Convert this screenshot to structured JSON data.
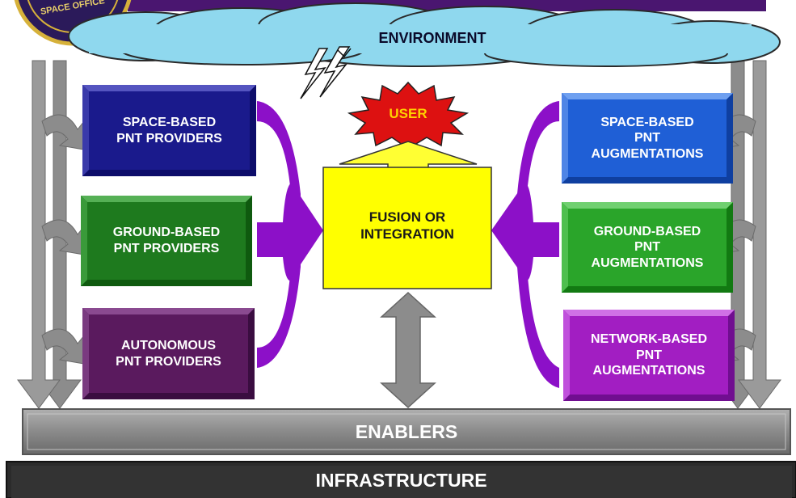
{
  "logo": {
    "text": "SPACE OFFICE"
  },
  "environment": {
    "label": "ENVIRONMENT"
  },
  "user": {
    "label": "USER"
  },
  "fusion": {
    "label": "FUSION OR\nINTEGRATION"
  },
  "providers": [
    {
      "label": "SPACE-BASED\nPNT PROVIDERS",
      "color": "#1a1a8c"
    },
    {
      "label": "GROUND-BASED\nPNT PROVIDERS",
      "color": "#1e7a1e"
    },
    {
      "label": "AUTONOMOUS\nPNT PROVIDERS",
      "color": "#5a1a5e"
    }
  ],
  "augmentations": [
    {
      "label": "SPACE-BASED\nPNT\nAUGMENTATIONS",
      "color": "#1f5fd6"
    },
    {
      "label": "GROUND-BASED\nPNT\nAUGMENTATIONS",
      "color": "#2aa52a"
    },
    {
      "label": "NETWORK-BASED\nPNT\nAUGMENTATIONS",
      "color": "#a21ec2"
    }
  ],
  "enablers": {
    "label": "ENABLERS"
  },
  "infrastructure": {
    "label": "INFRASTRUCTURE"
  },
  "colors": {
    "cloud": "#8fd8ee",
    "purple_arrow": "#8c10c8",
    "gray_arrow": "#8a8a8a",
    "fusion_box": "#ffff00",
    "user_star": "#dd1111",
    "top_bar": "#4a1670"
  }
}
